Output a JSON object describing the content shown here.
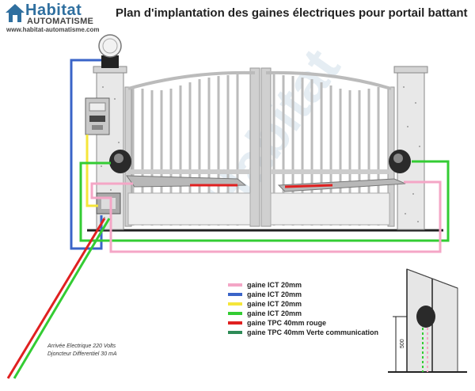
{
  "brand": {
    "name": "Habitat",
    "sub": "AUTOMATISME",
    "url": "www.habitat-automatisme.com"
  },
  "title": "Plan d'implantation des gaines électriques pour portail battant",
  "legend": [
    {
      "label": "gaine ICT 20mm",
      "color": "#f4a6c6"
    },
    {
      "label": "gaine ICT 20mm",
      "color": "#3a64c8"
    },
    {
      "label": "gaine ICT 20mm",
      "color": "#f5e63a"
    },
    {
      "label": "gaine ICT 20mm",
      "color": "#33cc33"
    },
    {
      "label": "gaine TPC 40mm rouge",
      "color": "#e02020"
    },
    {
      "label": "gaine TPC 40mm Verte communication",
      "color": "#2e8b57"
    }
  ],
  "supply_note": {
    "line1": "Arrivée Electrique 220 Volts",
    "line2": "Djoncteur Differentiel 30 mA"
  },
  "detail": {
    "dimension": "500"
  }
}
